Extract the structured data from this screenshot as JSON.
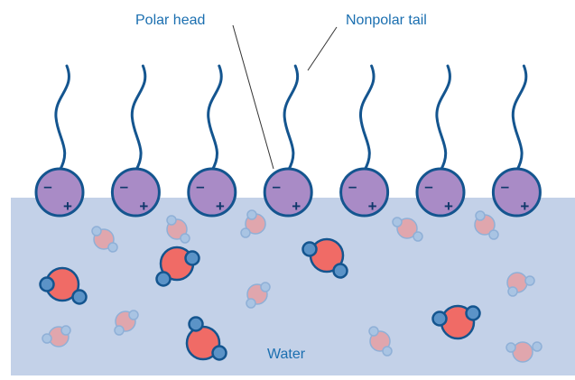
{
  "labels": {
    "polar_head": "Polar head",
    "nonpolar_tail": "Nonpolar tail",
    "water": "Water"
  },
  "charges": {
    "negative": "–",
    "positive": "+"
  },
  "molecule_count": 7,
  "colors": {
    "water_fill": "#c3d1e8",
    "head_fill": "#a98bc6",
    "head_stroke": "#14558f",
    "tail_stroke": "#14558f",
    "label_text": "#1b6fb0",
    "charge_text": "#10386b",
    "oxygen_fill": "#f06b66",
    "hydrogen_fill": "#5b93c7",
    "faint_oxygen_fill": "#e0a6ad",
    "faint_hydrogen_fill": "#a9c4e3",
    "faint_stroke": "#8fb0d7"
  }
}
